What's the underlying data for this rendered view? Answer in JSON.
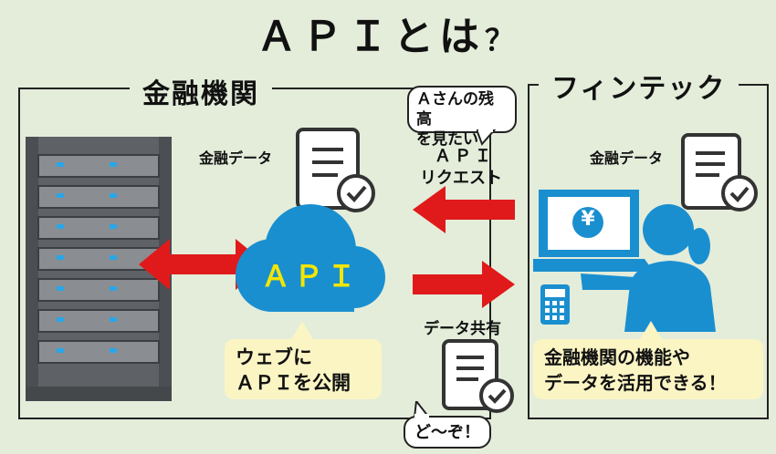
{
  "title": {
    "main": "ＡＰＩとは",
    "suffix": "？"
  },
  "left_box": {
    "label": "金融機関",
    "doc_label": "金融データ"
  },
  "right_box": {
    "label": "フィンテック",
    "doc_label": "金融データ"
  },
  "cloud": {
    "label": "ＡＰＩ"
  },
  "bubble_request": {
    "line1": "Ａさんの残高",
    "line2": "を見たい"
  },
  "request_label": {
    "line1": "ＡＰＩ",
    "line2": "リクエスト"
  },
  "share_label": "データ共有",
  "bubble_reply": "ど～ぞ！",
  "left_note": {
    "line1": "ウェブに",
    "line2": "ＡＰＩを公開"
  },
  "right_note": {
    "line1": "金融機関の機能や",
    "line2": "データを活用できる！"
  },
  "monitor_symbol": "¥",
  "colors": {
    "background": "#e3edda",
    "accent_blue": "#1a8fd0",
    "arrow_red": "#e01a1a",
    "note_yellow": "#fbf5c4",
    "api_text": "#f2e600",
    "server_gray": "#5e6266"
  }
}
